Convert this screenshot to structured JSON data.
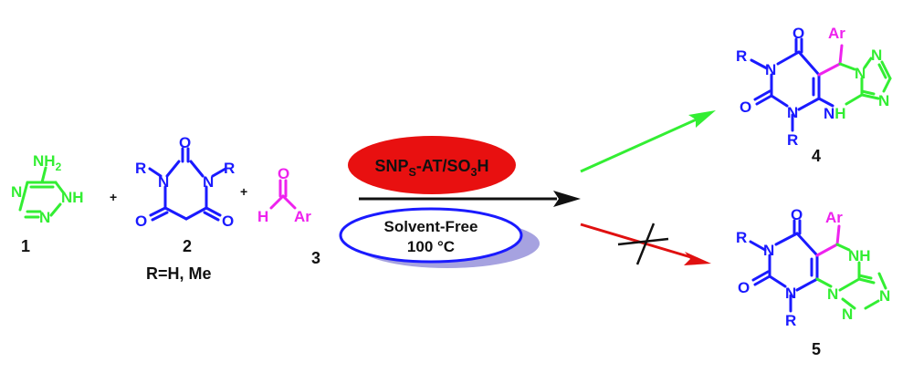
{
  "colors": {
    "green": "#33ee33",
    "blue": "#1a1aff",
    "magenta": "#ee22ee",
    "black": "#111111",
    "red_arrow": "#e01010",
    "red_ellipse": "#e81010",
    "lilac_shadow": "#a6a2e0"
  },
  "compounds": {
    "c1": {
      "number": "1",
      "nh2": "NH",
      "nh2_sub": "2",
      "nh": "NH",
      "n": "N"
    },
    "c2": {
      "number": "2",
      "r_left": "R",
      "r_right": "R",
      "n_left": "N",
      "n_right": "N",
      "o_top": "O",
      "o_left": "O",
      "o_right": "O",
      "r_note": "R=H, Me"
    },
    "c3": {
      "number": "3",
      "o": "O",
      "h": "H",
      "ar": "Ar"
    },
    "c4": {
      "number": "4",
      "ar": "Ar",
      "r_top": "R",
      "r_bottom": "R",
      "n_top": "N",
      "n_bottom": "N",
      "o_top": "O",
      "o_left": "O",
      "nh": "N",
      "nh_h": "H",
      "n_ring": "N",
      "n_tri_top": "N",
      "n_tri_bottom": "N"
    },
    "c5": {
      "number": "5",
      "ar": "Ar",
      "r_top": "R",
      "r_bottom": "R",
      "n_top": "N",
      "n_bottom": "N",
      "o_top": "O",
      "o_left": "O",
      "nh": "NH",
      "n_ring": "N",
      "n_tri_top": "N",
      "n_tri_bottom": "N"
    }
  },
  "plus": [
    "+",
    "+"
  ],
  "reagent": {
    "pre": "SNP",
    "sub_s": "S",
    "mid": "-AT/SO",
    "sub_3": "3",
    "post": "H"
  },
  "conditions": {
    "line1": "Solvent-Free",
    "line2": "100 °C"
  },
  "arrows": {
    "to_4": "favored",
    "to_5": "blocked"
  }
}
